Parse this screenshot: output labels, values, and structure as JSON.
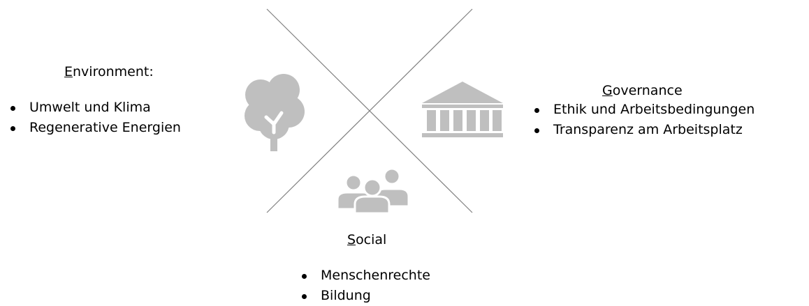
{
  "diagram": {
    "line_color": "#808080",
    "icon_color": "#bfbfbf",
    "environment": {
      "initial": "E",
      "rest": "nvironment:",
      "icon": "tree-icon",
      "items": [
        "Umwelt und Klima",
        "Regenerative Energien"
      ]
    },
    "governance": {
      "initial": "G",
      "rest": "overnance",
      "icon": "institution-building-icon",
      "items": [
        "Ethik und Arbeitsbedingungen",
        "Transparenz am Arbeitsplatz"
      ]
    },
    "social": {
      "initial": "S",
      "rest": "ocial",
      "icon": "people-group-icon",
      "items": [
        "Menschenrechte",
        "Bildung"
      ]
    }
  }
}
